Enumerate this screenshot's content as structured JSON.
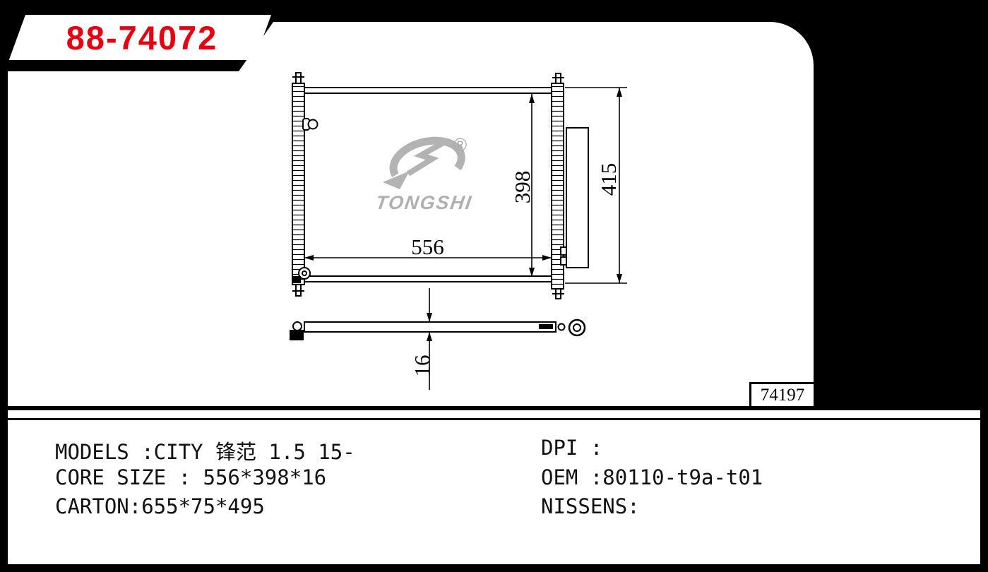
{
  "banner": {
    "part_number": "88-74072"
  },
  "colors": {
    "accent_red": "#e60012",
    "logo_gray": "#b3b3b3"
  },
  "logo": {
    "wordmark": "TONGSHI",
    "registered": "®"
  },
  "dimensions": {
    "width": "556",
    "core_height": "398",
    "overall_height": "415",
    "thickness": "16"
  },
  "title_block": {
    "sheet_number": "74197"
  },
  "specs": {
    "models_line": "MODELS :CITY 锋范 1.5 15-",
    "core_size_line": "CORE SIZE : 556*398*16",
    "carton_line": "CARTON:655*75*495",
    "dpi_line": "DPI :",
    "oem_line": "OEM :80110-t9a-t01",
    "nissens_line": "NISSENS:"
  }
}
